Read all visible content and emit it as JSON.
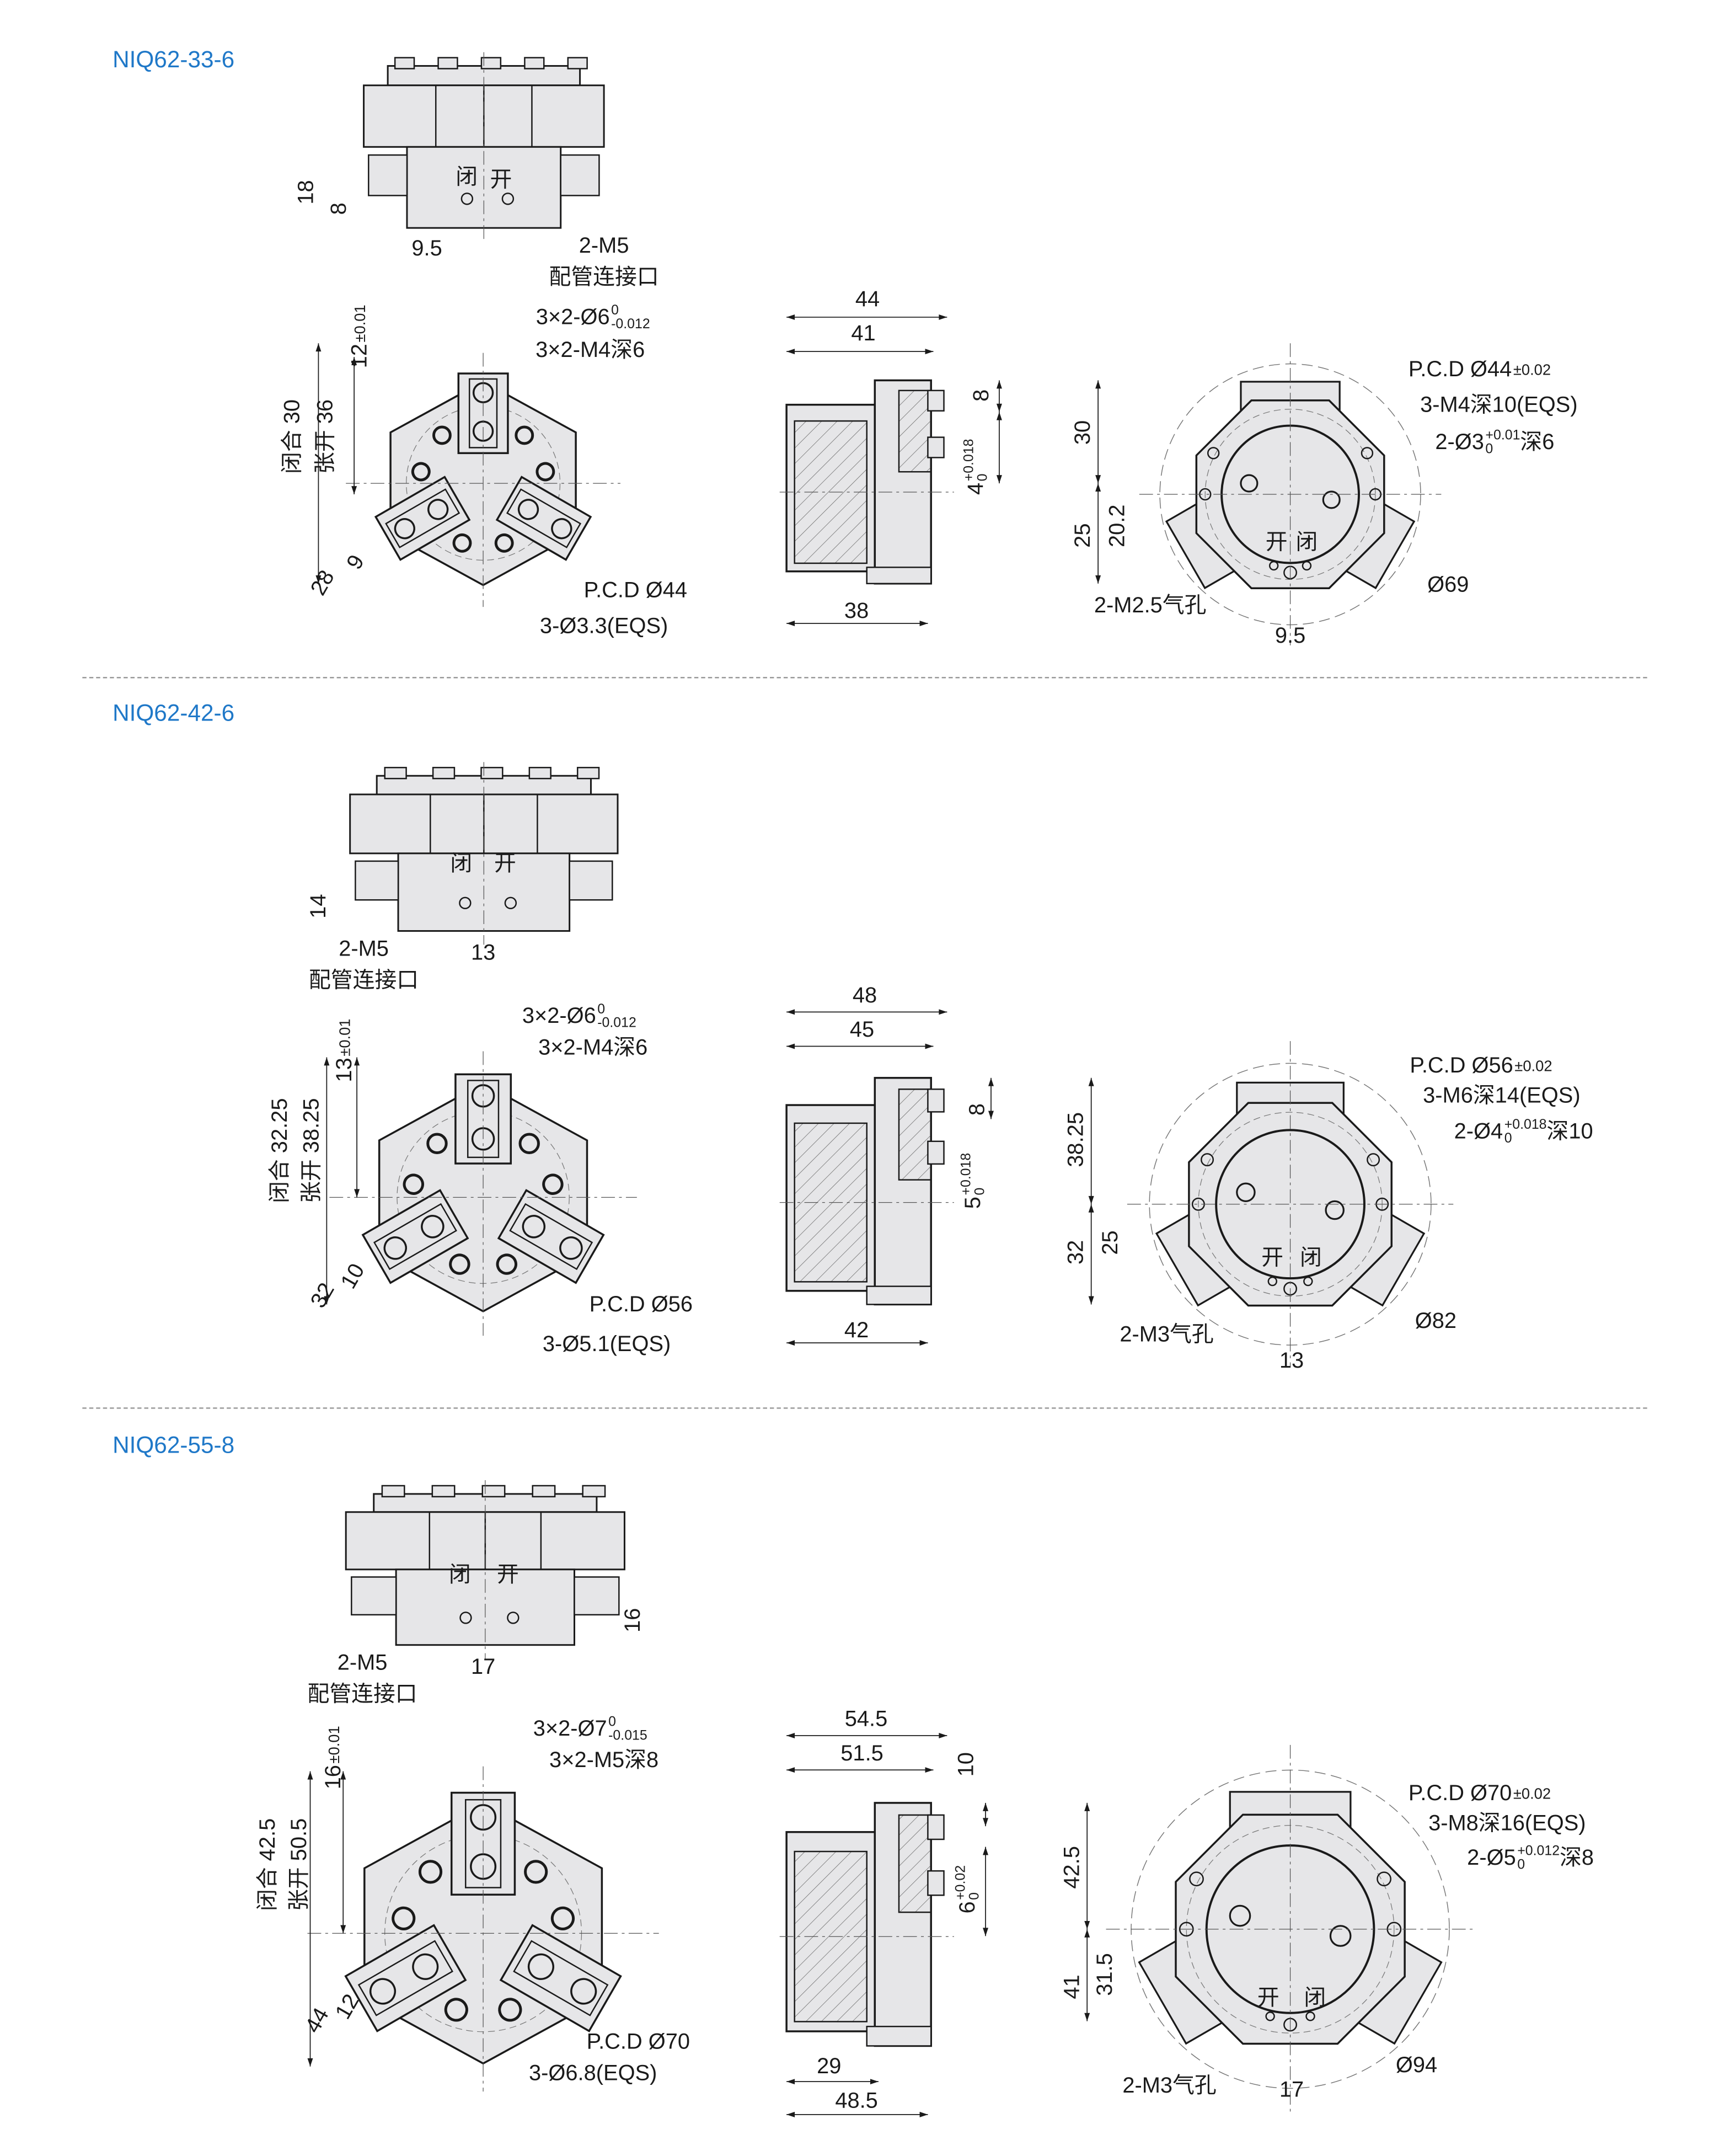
{
  "colors": {
    "title": "#1f78c8",
    "body_fill": "#e6e6e8",
    "line": "#1a1a1a"
  },
  "sections": [
    {
      "title": "NIQ62-33-6",
      "top": {
        "dim_a": "18",
        "dim_b": "8",
        "dim_c": "9.5",
        "port": "2-M5",
        "port_desc": "配管连接口",
        "close": "闭",
        "open": "开"
      },
      "front": {
        "height_tol": {
          "main": "12",
          "small": "±0.01"
        },
        "closed": "闭合 30",
        "opened": "张开 36",
        "pin": {
          "main": "3×2-Ø6",
          "upper": "0",
          "lower": "-0.012"
        },
        "thread": "3×2-M4深6",
        "pcd": "P.C.D Ø44",
        "holes": "3-Ø3.3(EQS)",
        "dim_small": "9",
        "dim_large": "28"
      },
      "side": {
        "total": "44",
        "inner": "41",
        "base": "38",
        "step": "8",
        "slot": {
          "main": "4",
          "upper": "+0.018",
          "lower": "0"
        }
      },
      "bottom": {
        "pcd": {
          "main": "P.C.D Ø44",
          "small": "±0.02"
        },
        "thread": "3-M4深10(EQS)",
        "pin": {
          "main": "2-Ø3",
          "upper": "+0.01",
          "lower": "0",
          "suffix": "深6"
        },
        "dim_up": "30",
        "dim_down": "25",
        "dim_port": "20.2",
        "air": "2-M2.5气孔",
        "port_pitch": "9.5",
        "diameter": "Ø69",
        "open": "开",
        "close": "闭"
      }
    },
    {
      "title": "NIQ62-42-6",
      "top": {
        "dim_a": "14",
        "dim_c": "13",
        "port": "2-M5",
        "port_desc": "配管连接口",
        "close": "闭",
        "open": "开"
      },
      "front": {
        "height_tol": {
          "main": "13",
          "small": "±0.01"
        },
        "closed": "闭合 32.25",
        "opened": "张开 38.25",
        "pin": {
          "main": "3×2-Ø6",
          "upper": "0",
          "lower": "-0.012"
        },
        "thread": "3×2-M4深6",
        "pcd": "P.C.D Ø56",
        "holes": "3-Ø5.1(EQS)",
        "dim_small": "10",
        "dim_large": "32"
      },
      "side": {
        "total": "48",
        "inner": "45",
        "base": "42",
        "step": "8",
        "slot": {
          "main": "5",
          "upper": "+0.018",
          "lower": "0"
        }
      },
      "bottom": {
        "pcd": {
          "main": "P.C.D Ø56",
          "small": "±0.02"
        },
        "thread": "3-M6深14(EQS)",
        "pin": {
          "main": "2-Ø4",
          "upper": "+0.018",
          "lower": "0",
          "suffix": "深10"
        },
        "dim_up": "38.25",
        "dim_down": "32",
        "dim_port": "25",
        "air": "2-M3气孔",
        "port_pitch": "13",
        "diameter": "Ø82",
        "open": "开",
        "close": "闭"
      }
    },
    {
      "title": "NIQ62-55-8",
      "top": {
        "dim_a": "16",
        "dim_c": "17",
        "port": "2-M5",
        "port_desc": "配管连接口",
        "close": "闭",
        "open": "开"
      },
      "front": {
        "height_tol": {
          "main": "16",
          "small": "±0.01"
        },
        "closed": "闭合 42.5",
        "opened": "张开 50.5",
        "pin": {
          "main": "3×2-Ø7",
          "upper": "0",
          "lower": "-0.015"
        },
        "thread": "3×2-M5深8",
        "pcd": "P.C.D Ø70",
        "holes": "3-Ø6.8(EQS)",
        "dim_small": "12",
        "dim_large": "44"
      },
      "side": {
        "total": "54.5",
        "inner": "51.5",
        "base_inner": "29",
        "base": "48.5",
        "step": "10",
        "slot": {
          "main": "6",
          "upper": "+0.02",
          "lower": "0"
        }
      },
      "bottom": {
        "pcd": {
          "main": "P.C.D Ø70",
          "small": "±0.02"
        },
        "thread": "3-M8深16(EQS)",
        "pin": {
          "main": "2-Ø5",
          "upper": "+0.012",
          "lower": "0",
          "suffix": "深8"
        },
        "dim_up": "42.5",
        "dim_down": "41",
        "dim_port": "31.5",
        "air": "2-M3气孔",
        "port_pitch": "17",
        "diameter": "Ø94",
        "open": "开",
        "close": "闭"
      }
    }
  ]
}
